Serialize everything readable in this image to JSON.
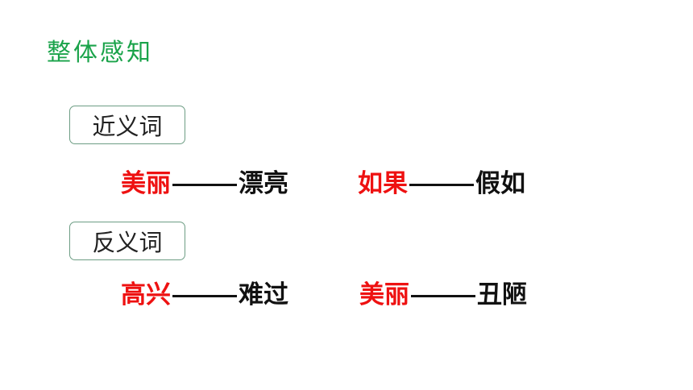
{
  "title": "整体感知",
  "colors": {
    "title": "#1aa34a",
    "highlight": "#ee1111",
    "text": "#111111",
    "box_border": "#6d9d84"
  },
  "sections": [
    {
      "label": "近义词",
      "pairs": [
        {
          "word": "美丽",
          "dash": "——",
          "match": "漂亮"
        },
        {
          "word": "如果",
          "dash": "——",
          "match": "假如"
        }
      ]
    },
    {
      "label": "反义词",
      "pairs": [
        {
          "word": "高兴",
          "dash": "——",
          "match": "难过"
        },
        {
          "word": "美丽",
          "dash": "——",
          "match": "丑陋"
        }
      ]
    }
  ]
}
